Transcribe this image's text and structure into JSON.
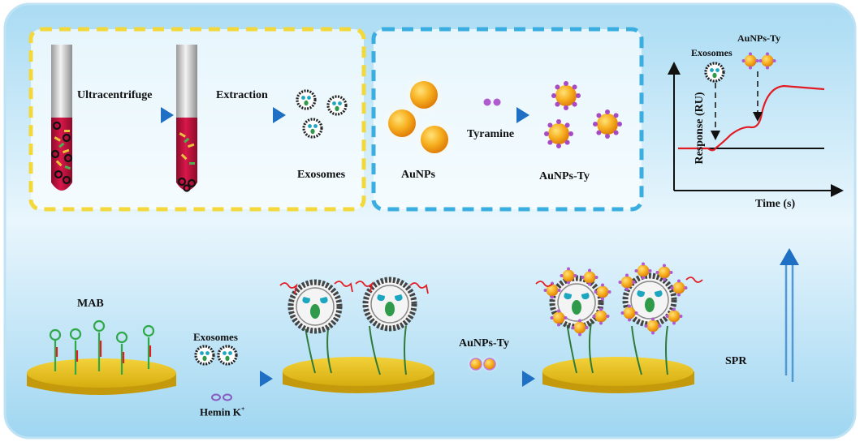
{
  "labels": {
    "ultracentrifuge": "Ultracentrifuge",
    "extraction": "Extraction",
    "exosomes_top": "Exosomes",
    "aunps": "AuNPs",
    "tyramine": "Tyramine",
    "aunps_ty_top": "AuNPs-Ty",
    "mab": "MAB",
    "exosomes_bottom": "Exosomes",
    "hemin": "Hemin K",
    "hemin_sup": "+",
    "aunps_ty_bottom": "AuNPs-Ty",
    "spr": "SPR"
  },
  "graph": {
    "ylabel": "Response (RU)",
    "xlabel": "Time (s)",
    "exosomes_marker": "Exosomes",
    "aunps_ty_marker": "AuNPs-Ty"
  },
  "colors": {
    "background_blue": "#cdeaf8",
    "yellow_box": "#f2d83a",
    "blue_box": "#3aaee0",
    "arrow_blue": "#2f7fd0",
    "gold": "#f5a51a",
    "tube_red": "#c8103c",
    "chip_yellow": "#e8c21a",
    "response_red": "#e31b23"
  }
}
